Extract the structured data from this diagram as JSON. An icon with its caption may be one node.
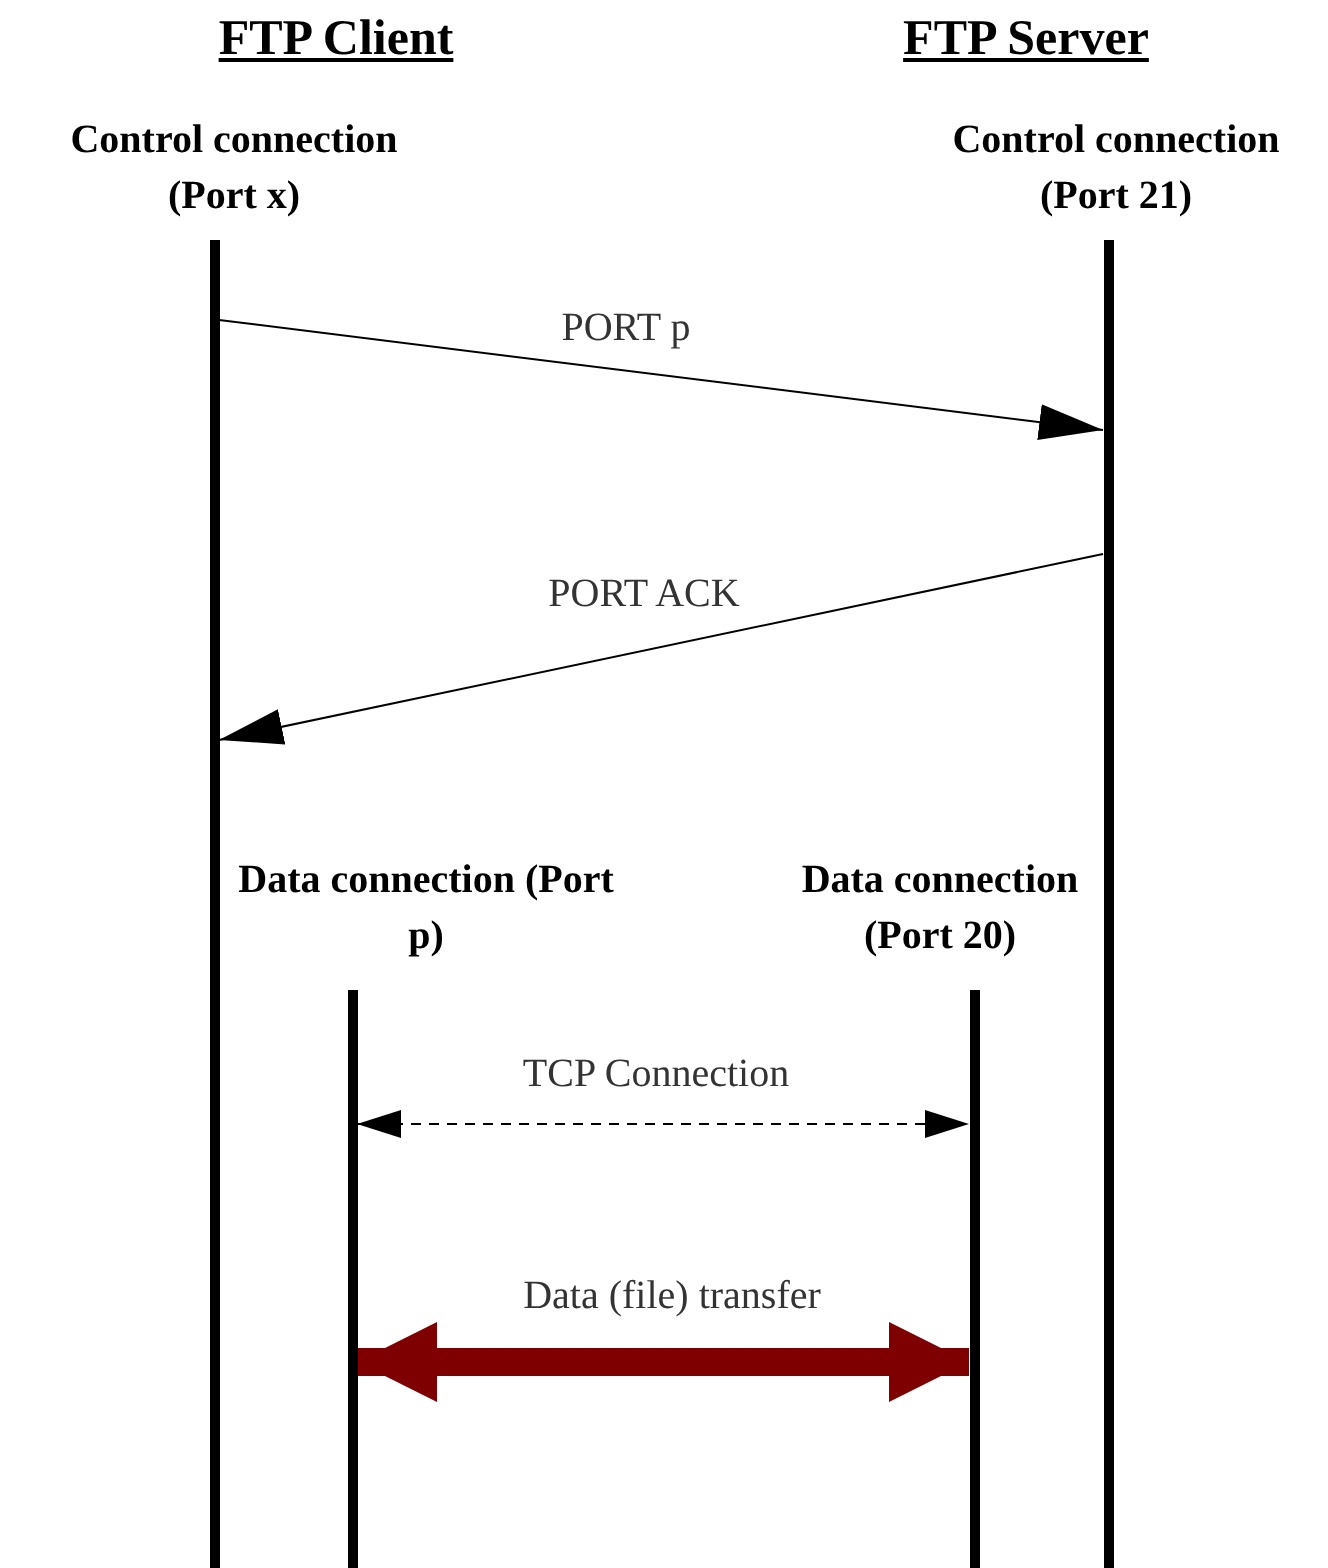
{
  "diagram": {
    "nodes": [
      {
        "text": [],
        "shape": "bar",
        "beside": [
          "Control connection (Port x)"
        ]
      },
      {
        "text": [],
        "shape": "bar",
        "beside": [
          "Control connection (Port 21)"
        ]
      },
      {
        "text": [],
        "shape": "bar",
        "beside": [
          "Data connection (Port p)"
        ]
      },
      {
        "text": [],
        "shape": "bar",
        "beside": [
          "Data connection (Port 20)"
        ]
      }
    ],
    "edges": [
      {
        "from": 0,
        "to": 1,
        "arrow": "to",
        "label": "PORT p"
      },
      {
        "from": 1,
        "to": 0,
        "arrow": "to",
        "label": "PORT ACK"
      },
      {
        "from": 2,
        "to": 3,
        "arrow": "both",
        "label": "TCP Connection",
        "style": "dashed"
      },
      {
        "from": 2,
        "to": 3,
        "arrow": "both",
        "label": "Data (file) transfer",
        "style": "thick",
        "color": "#7f0000"
      }
    ],
    "labels": [
      "FTP Client",
      "FTP Server"
    ]
  }
}
